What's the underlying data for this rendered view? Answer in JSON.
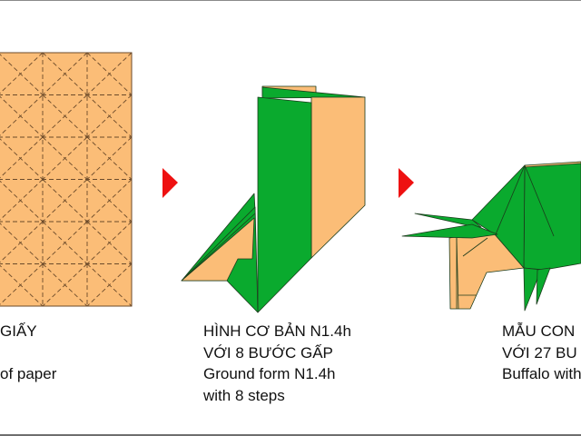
{
  "colors": {
    "paper": "#fbbd77",
    "green": "#0aaa2e",
    "arrow": "#ee1111",
    "crease": "#6b4a2a"
  },
  "steps": [
    {
      "title_vi": "GIẤY",
      "subtitle_vi": "",
      "title_en": "of paper",
      "subtitle_en": ""
    },
    {
      "title_vi": "HÌNH CƠ BẢN N1.4h",
      "subtitle_vi": "VỚI 8 BƯỚC GẤP",
      "title_en": "Ground form N1.4h",
      "subtitle_en": "with 8 steps"
    },
    {
      "title_vi": "MẪU CON",
      "subtitle_vi": "VỚI 27 BU",
      "title_en": "Buffalo with",
      "subtitle_en": ""
    }
  ],
  "icons": [
    "arrow-right-icon",
    "arrow-right-icon"
  ]
}
